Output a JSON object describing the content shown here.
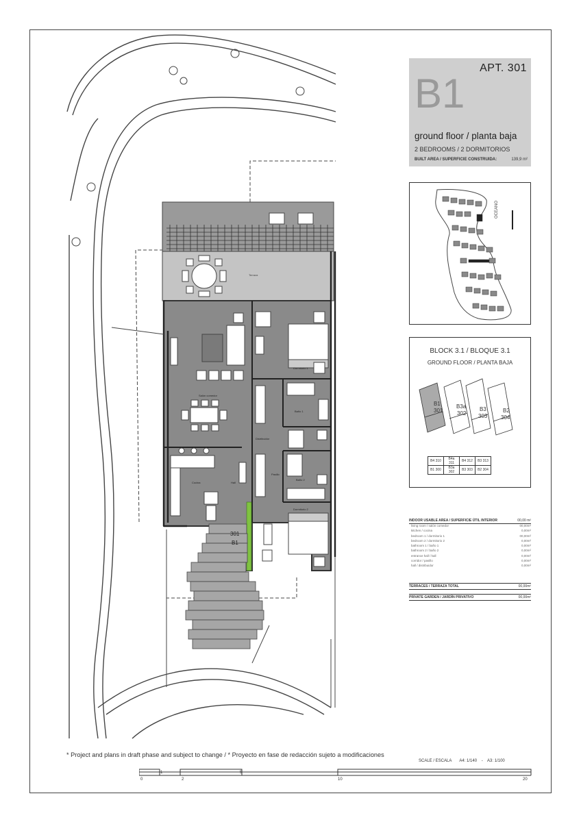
{
  "header": {
    "apartment": "APT. 301",
    "type_code": "B1",
    "floor": "ground floor / planta baja",
    "bedrooms": "2 BEDROOMS / 2 DORMITORIOS",
    "built_area_label": "BUILT AREA / SUPERFICIE CONSTRUIDA:",
    "built_area_value": "139,9 m²"
  },
  "site_map": {
    "label": "OCEANO"
  },
  "block": {
    "title": "BLOCK 3.1 / BLOQUE 3.1",
    "subtitle": "GROUND FLOOR / PLANTA BAJA",
    "units": [
      {
        "code": "B1",
        "number": "301"
      },
      {
        "code": "B3a",
        "number": "302"
      },
      {
        "code": "B3",
        "number": "303"
      },
      {
        "code": "B2",
        "number": "304"
      }
    ],
    "table_top": [
      "B4 310",
      "B4a 311",
      "B4 312",
      "B3 313"
    ],
    "table_bottom": [
      "B1 300",
      "B3a 302",
      "B3 303",
      "B2 304"
    ]
  },
  "legend": {
    "heading": "INDOOR USABLE AREA / SUPERFICIE ÚTIL INTERIOR",
    "heading_value": "00,00 m²",
    "rows": [
      {
        "label": "living room / salón comedor",
        "value": "00,00m²"
      },
      {
        "label": "kitchen / cocina",
        "value": "0,00m²"
      },
      {
        "label": "bedroom 1 / dormitorio 1",
        "value": "00,00m²"
      },
      {
        "label": "bedroom 2 / dormitorio 2",
        "value": "0,00m²"
      },
      {
        "label": "bathroom 1 / baño 1",
        "value": "0,00m²"
      },
      {
        "label": "bathroom 2 / baño 2",
        "value": "0,00m²"
      },
      {
        "label": "entrance hall / hall",
        "value": "0,00m²"
      },
      {
        "label": "corridor / pasillo",
        "value": "0,00m²"
      },
      {
        "label": "hall / distribuidor",
        "value": "0,00m²"
      }
    ],
    "terraces_label": "TERRACES / TERRAZA TOTAL",
    "terraces_value": "00,00m²",
    "garden_label": "PRIVATE GARDEN / JARDÍN PRIVATIVO",
    "garden_value": "00,00m²"
  },
  "plan": {
    "unit_label": "301",
    "unit_code": "B1",
    "rooms": {
      "terrace": "Terraza",
      "bedroom1": "Dormitorio 1",
      "dining": "Salón comedor",
      "bath1": "Baño 1",
      "hall": "Distribuidor",
      "kitchen": "Cocina",
      "entrance": "Hall",
      "corridor": "Pasillo",
      "bath2": "Baño 2",
      "bedroom2": "Dormitorio 2"
    }
  },
  "footer": {
    "note": "* Project and plans in draft phase and subject to change / * Proyecto en fase de redacción sujeto a modificaciones",
    "scale": "SCALE / ESCALA       A4: 1/140    -    A3: 1/100",
    "ticks": [
      "0",
      "1",
      "2",
      "5",
      "10",
      "20"
    ]
  },
  "colors": {
    "panel_gray": "#cfcfcf",
    "floor_gray": "#8a8a8a",
    "terrace_gray": "#c4c4c4",
    "highlight_green": "#7fc241"
  }
}
